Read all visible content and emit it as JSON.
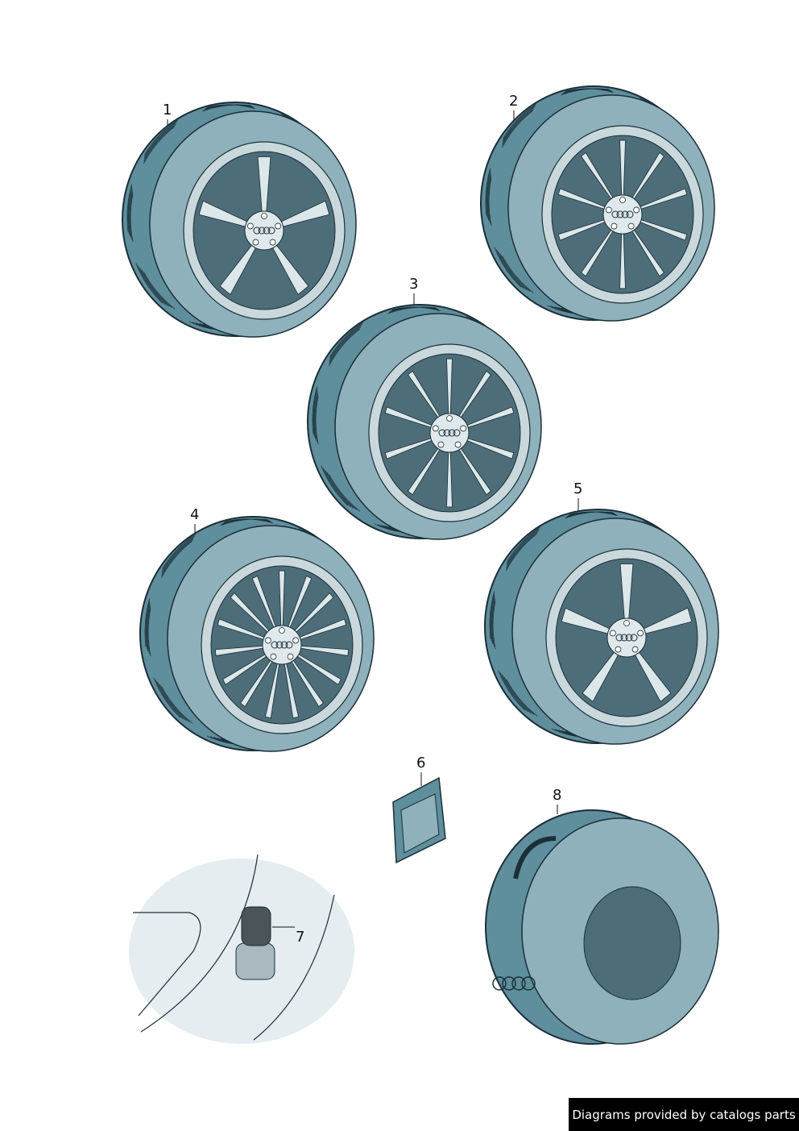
{
  "callouts": [
    {
      "num": "1",
      "spokes": 5
    },
    {
      "num": "2",
      "spokes": 10
    },
    {
      "num": "3",
      "spokes": 10
    },
    {
      "num": "4",
      "spokes": 15
    },
    {
      "num": "5",
      "spokes": 5
    },
    {
      "num": "6"
    },
    {
      "num": "7"
    },
    {
      "num": "8"
    }
  ],
  "footer": {
    "text": "Diagrams provided by catalogs parts"
  },
  "colors": {
    "tire": "#5f8e9c",
    "tire_light": "#8fb1bc",
    "rim": "#c9d8dc",
    "outline": "#1b2f38",
    "dark": "#4d6d78"
  }
}
